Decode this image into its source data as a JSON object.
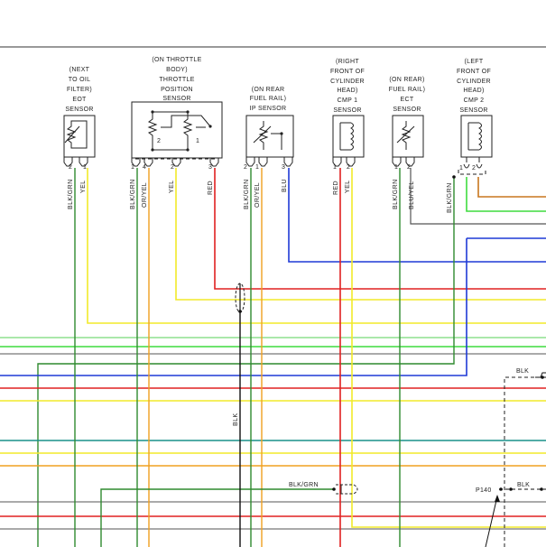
{
  "components": [
    {
      "id": "eot",
      "lines": [
        "(NEXT",
        "TO OIL",
        "FILTER)",
        "EOT",
        "SENSOR"
      ]
    },
    {
      "id": "tps",
      "lines": [
        "(ON THROTTLE",
        "BODY)",
        "THROTTLE",
        "POSITION",
        "SENSOR"
      ]
    },
    {
      "id": "ip",
      "lines": [
        "(ON REAR",
        "FUEL RAIL)",
        "IP SENSOR"
      ]
    },
    {
      "id": "cmp1",
      "lines": [
        "(RIGHT",
        "FRONT OF",
        "CYLINDER",
        "HEAD)",
        "CMP 1",
        "SENSOR"
      ]
    },
    {
      "id": "ect",
      "lines": [
        "(ON REAR)",
        "FUEL RAIL)",
        "ECT",
        "SENSOR"
      ]
    },
    {
      "id": "cmp2",
      "lines": [
        "(LEFT",
        "FRONT OF",
        "CYLINDER",
        "HEAD)",
        "CMP 2",
        "SENSOR"
      ]
    }
  ],
  "pins": {
    "eot": [
      "2",
      "1"
    ],
    "tps": [
      "1",
      "4",
      "2",
      "3"
    ],
    "tps_internal": [
      "2",
      "1"
    ],
    "ip": [
      "2",
      "1",
      "3"
    ],
    "cmp1": [
      "1",
      "2"
    ],
    "ect": [
      "1",
      "2"
    ],
    "cmp2": [
      "1",
      "2"
    ]
  },
  "wire_labels": {
    "eot": [
      "BLK/GRN",
      "YEL"
    ],
    "tps": [
      "BLK/GRN",
      "OR/YEL",
      "YEL",
      "RED"
    ],
    "ip": [
      "BLK/GRN",
      "OR/YEL",
      "BLU"
    ],
    "cmp1": [
      "RED",
      "YEL"
    ],
    "ect": [
      "BLK/GRN",
      "BLU/YEL"
    ],
    "cmp2": [
      "BLK/GRN"
    ],
    "ground_vertical": "BLK",
    "bottom_branch": "BLK/GRN",
    "right_top": "BLK",
    "right_bottom": "BLK"
  },
  "connector": {
    "id": "P140"
  },
  "wire_colors": {
    "red": "#e02020",
    "yellow": "#f2ea2a",
    "blue": "#1f3ad6",
    "green": "#2f8a2f",
    "bright_green": "#3fdc3f",
    "orange": "#f0a020",
    "brown": "#c8761e",
    "teal": "#18908a",
    "light_green": "#8ee08e",
    "gray": "#555555",
    "black": "#111111"
  }
}
